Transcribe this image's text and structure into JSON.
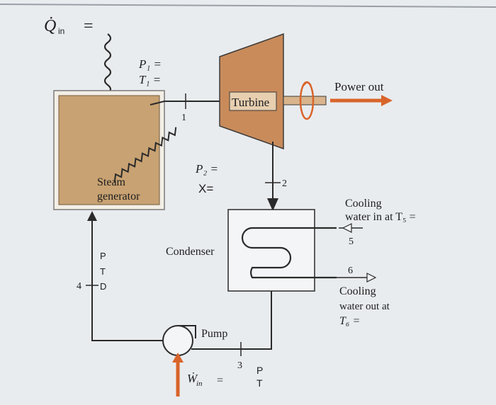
{
  "heat_in": {
    "symbol": "Q̇",
    "subscript": "in",
    "eq": "="
  },
  "state1": {
    "p_label": "P₁ =",
    "t_label": "T₁ =",
    "number": "1"
  },
  "state2": {
    "p_label": "P₂ =",
    "x_label": "X=",
    "number": "2"
  },
  "state3": {
    "number": "3",
    "p_label": "P",
    "t_label": "T"
  },
  "state4": {
    "number": "4",
    "p_label": "P",
    "t_label": "T",
    "d_label": "D"
  },
  "steam_generator": {
    "line1": "Steam",
    "line2": "generator"
  },
  "turbine": {
    "label": "Turbine"
  },
  "power_out": {
    "label": "Power out"
  },
  "condenser": {
    "label": "Condenser"
  },
  "cooling_in": {
    "line1": "Cooling",
    "line2": "water in at T₅ =",
    "number": "5"
  },
  "cooling_out": {
    "line1": "Cooling",
    "line2": "water out at",
    "line3": "T₆ =",
    "number": "6"
  },
  "pump": {
    "label": "Pump",
    "work_symbol": "Ẇ",
    "work_sub": "in",
    "eq": "="
  },
  "colors": {
    "equipment_fill": "#c8a272",
    "turbine_fill": "#c98b5a",
    "arrow_orange": "#d9642a",
    "line": "#2a2a2a",
    "background": "#e9ecef"
  }
}
